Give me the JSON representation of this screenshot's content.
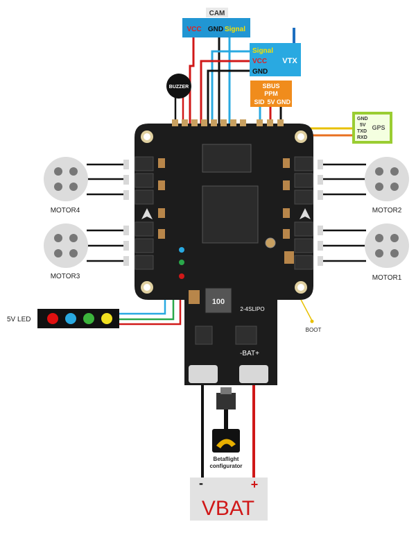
{
  "cam": {
    "title": "CAM",
    "vcc": "VCC",
    "gnd": "GND",
    "signal": "Signal"
  },
  "vtx": {
    "title": "VTX",
    "signal": "Signal",
    "vcc": "VCC",
    "gnd": "GND"
  },
  "buzzer": {
    "label": "BUZZER"
  },
  "sbus": {
    "line1": "SBUS",
    "line2": "PPM",
    "sid": "SID",
    "v5": "5V",
    "gnd": "GND"
  },
  "gps": {
    "title": "GPS",
    "gnd": "GND",
    "v5": "5V",
    "txd": "TXD",
    "rxd": "RXD"
  },
  "motors": {
    "m1": "MOTOR1",
    "m2": "MOTOR2",
    "m3": "MOTOR3",
    "m4": "MOTOR4"
  },
  "led": {
    "label": "5V LED"
  },
  "board": {
    "inductor": "100",
    "lipo": "2-4SLIPO",
    "bat": "-BAT+"
  },
  "boot": {
    "label": "BOOT"
  },
  "configurator": {
    "line1": "Betaflight",
    "line2": "configurator"
  },
  "vbat": {
    "label": "VBAT",
    "minus": "-",
    "plus": "+"
  },
  "colors": {
    "cam_box": "#2196d3",
    "vtx_box": "#29a9e1",
    "sbus_box": "#f08c1c",
    "gps_box": "#9acd32",
    "board": "#1c1c1c",
    "wire_red": "#d01818",
    "wire_yellow": "#e8c000",
    "wire_orange": "#e87020"
  }
}
